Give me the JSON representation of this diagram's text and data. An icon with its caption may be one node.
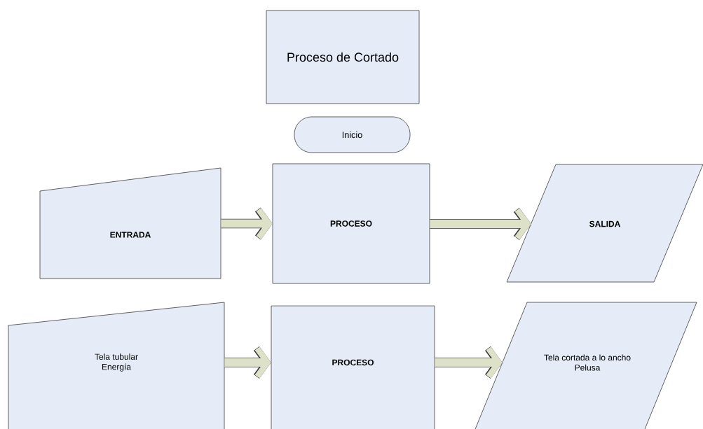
{
  "diagram": {
    "nodes": [
      {
        "text": [
          "Proceso de Cortado"
        ]
      },
      {
        "text": [
          "Inicio"
        ]
      },
      {
        "text": [
          "ENTRADA"
        ]
      },
      {
        "text": [
          "PROCESO"
        ]
      },
      {
        "text": [
          "SALIDA"
        ]
      },
      {
        "text": [
          "Tela tubular",
          "Energía"
        ]
      },
      {
        "text": [
          "PROCESO"
        ]
      },
      {
        "text": [
          "Tela cortada a lo ancho",
          "Pelusa"
        ]
      }
    ],
    "edges": [
      {
        "from": 2,
        "to": 3,
        "arrow": "to"
      },
      {
        "from": 3,
        "to": 4,
        "arrow": "to"
      },
      {
        "from": 5,
        "to": 6,
        "arrow": "to"
      },
      {
        "from": 6,
        "to": 7,
        "arrow": "to"
      }
    ]
  }
}
